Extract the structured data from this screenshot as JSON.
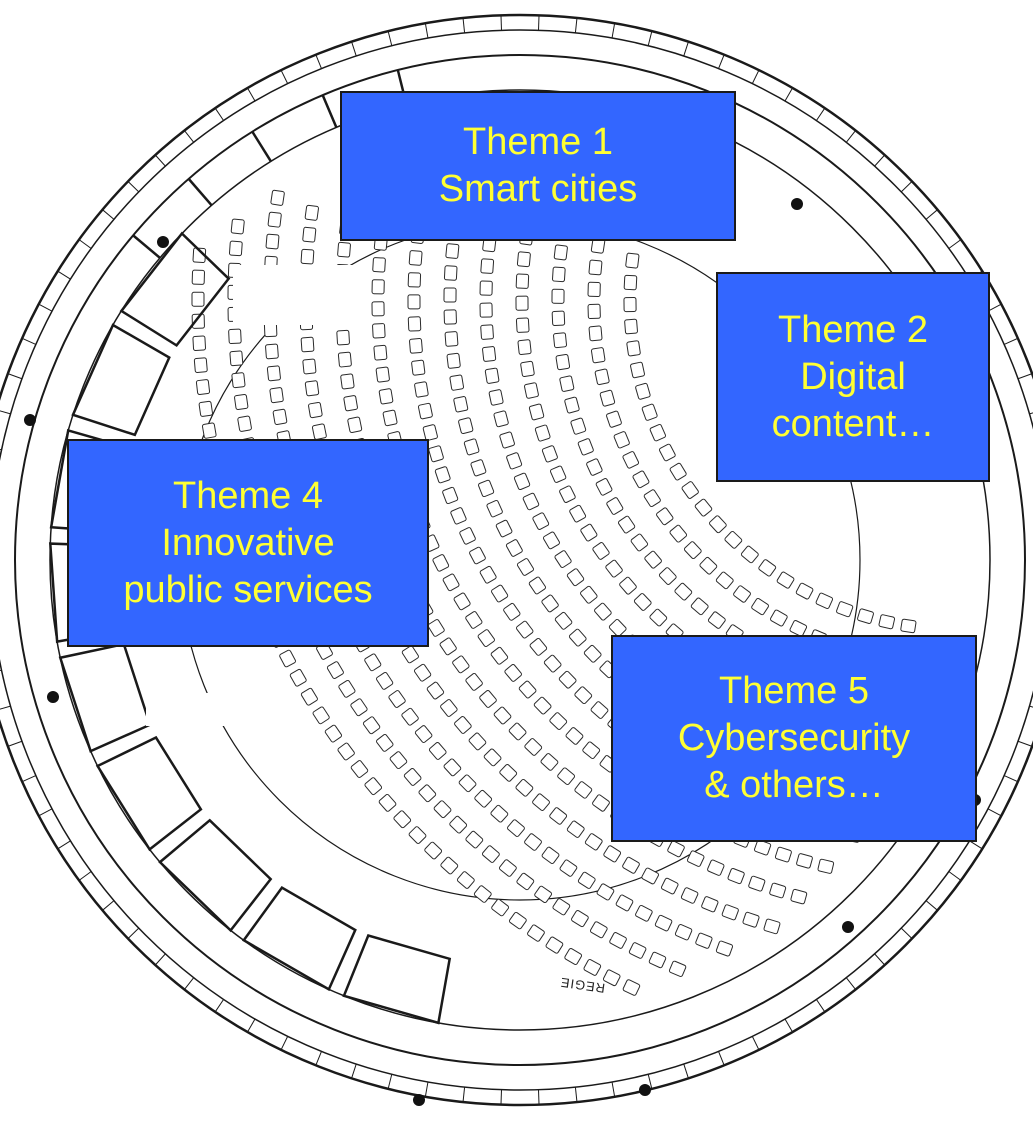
{
  "themes": [
    {
      "id": "theme-1",
      "title": "Theme 1",
      "subtitle": [
        "Smart cities"
      ]
    },
    {
      "id": "theme-2",
      "title": "Theme 2",
      "subtitle": [
        "Digital",
        "content…"
      ]
    },
    {
      "id": "theme-4",
      "title": "Theme 4",
      "subtitle": [
        "Innovative",
        "public services"
      ]
    },
    {
      "id": "theme-5",
      "title": "Theme 5",
      "subtitle": [
        "Cybersecurity",
        "& others…"
      ]
    }
  ],
  "plan": {
    "room_label": "REGIE"
  },
  "colors": {
    "box_fill": "#3366ff",
    "box_text": "#ffff33",
    "line": "#1a1a1a"
  }
}
